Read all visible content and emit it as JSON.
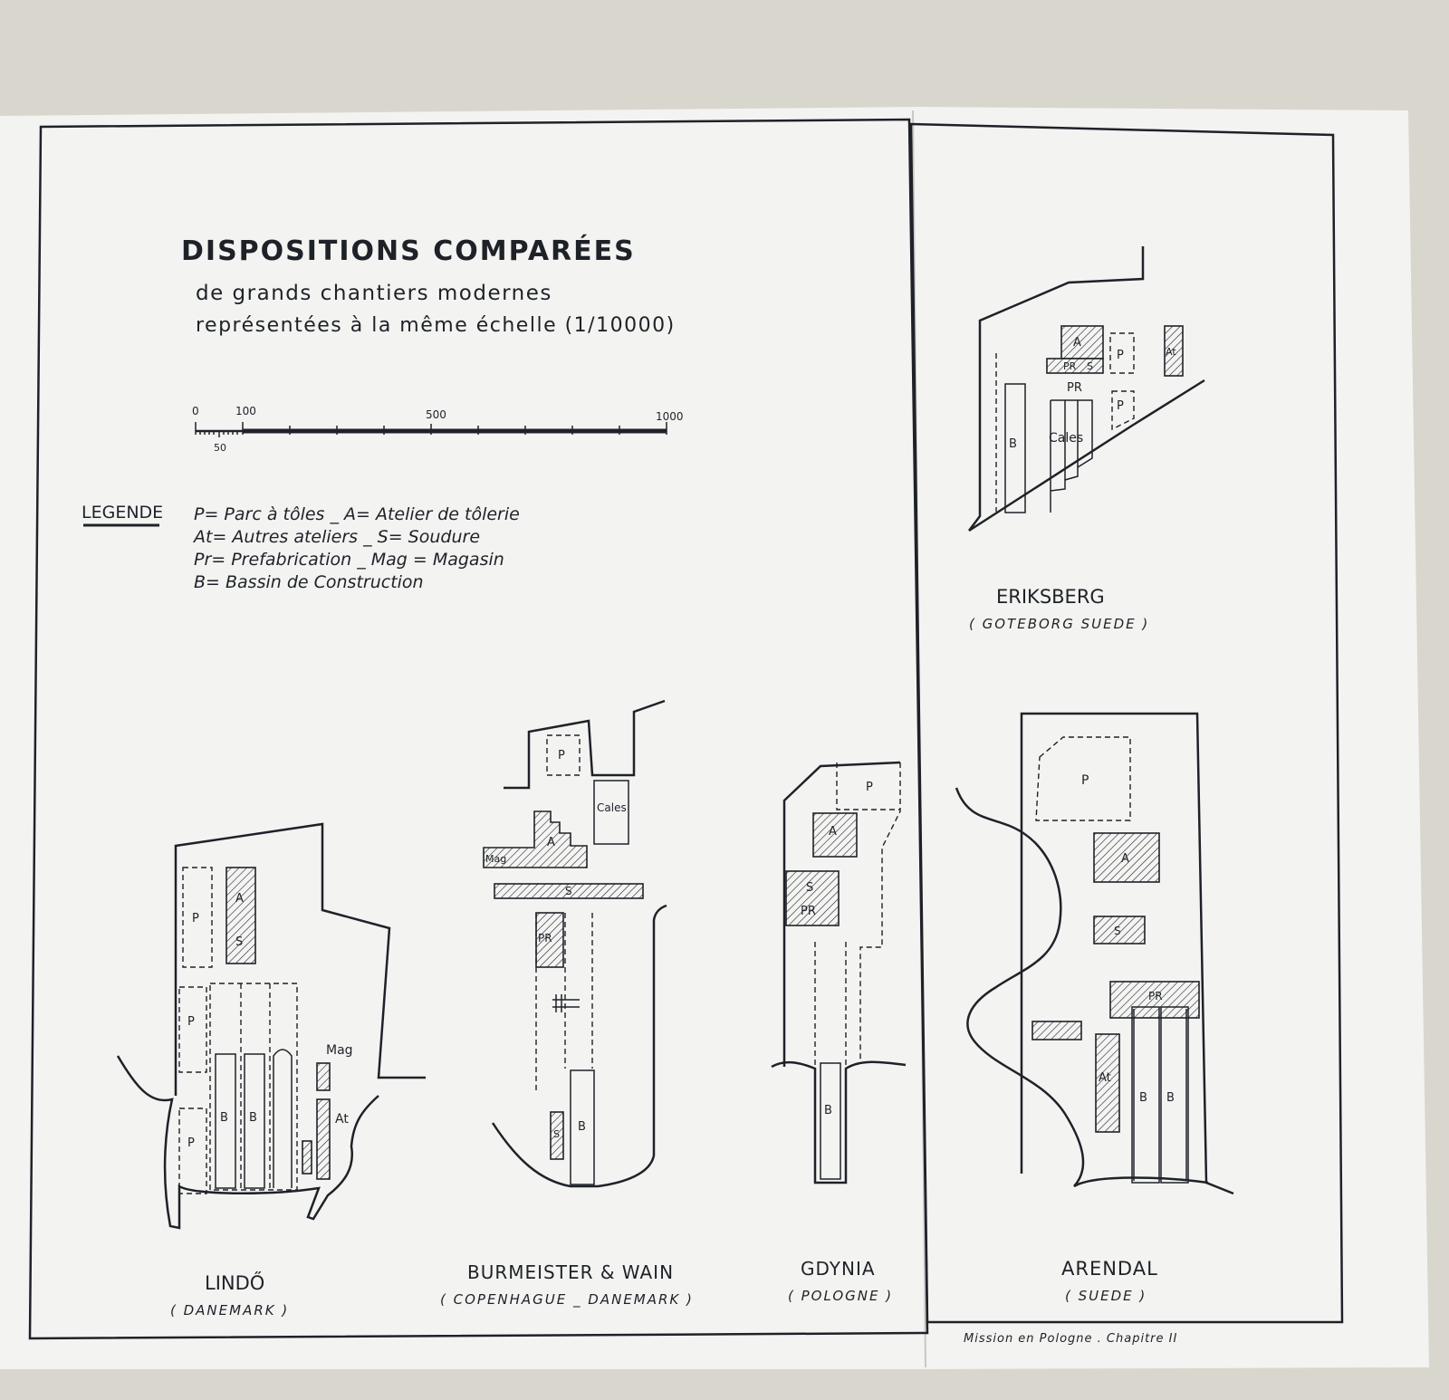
{
  "title": {
    "line1": "DISPOSITIONS COMPARÉES",
    "line2": "de grands chantiers modernes",
    "line3": "représentées à la même échelle (1/10000)"
  },
  "scale": {
    "t0": "0",
    "t100": "100",
    "t500": "500",
    "t1000": "1000",
    "t50": "50"
  },
  "legend": {
    "heading": "LEGENDE",
    "lines": [
      "P= Parc à tôles _ A= Atelier de tôlerie",
      "At= Autres ateliers _ S= Soudure",
      "Pr= Prefabrication _ Mag = Magasin",
      "B= Bassin de Construction"
    ]
  },
  "yards": {
    "eriksberg": {
      "name": "ERIKSBERG",
      "place": "( GOTEBORG SUEDE )"
    },
    "lindo": {
      "name": "LINDŐ",
      "place": "( DANEMARK )"
    },
    "burmeister": {
      "name": "BURMEISTER & WAIN",
      "place": "( COPENHAGUE _ DANEMARK )"
    },
    "gdynia": {
      "name": "GDYNIA",
      "place": "( POLOGNE )"
    },
    "arendal": {
      "name": "ARENDAL",
      "place": "( SUEDE )"
    }
  },
  "labels": {
    "P": "P",
    "A": "A",
    "S": "S",
    "PR": "PR",
    "B": "B",
    "At": "At",
    "Mag": "Mag",
    "Cales": "Cales"
  },
  "footer": "Mission en Pologne . Chapitre II"
}
